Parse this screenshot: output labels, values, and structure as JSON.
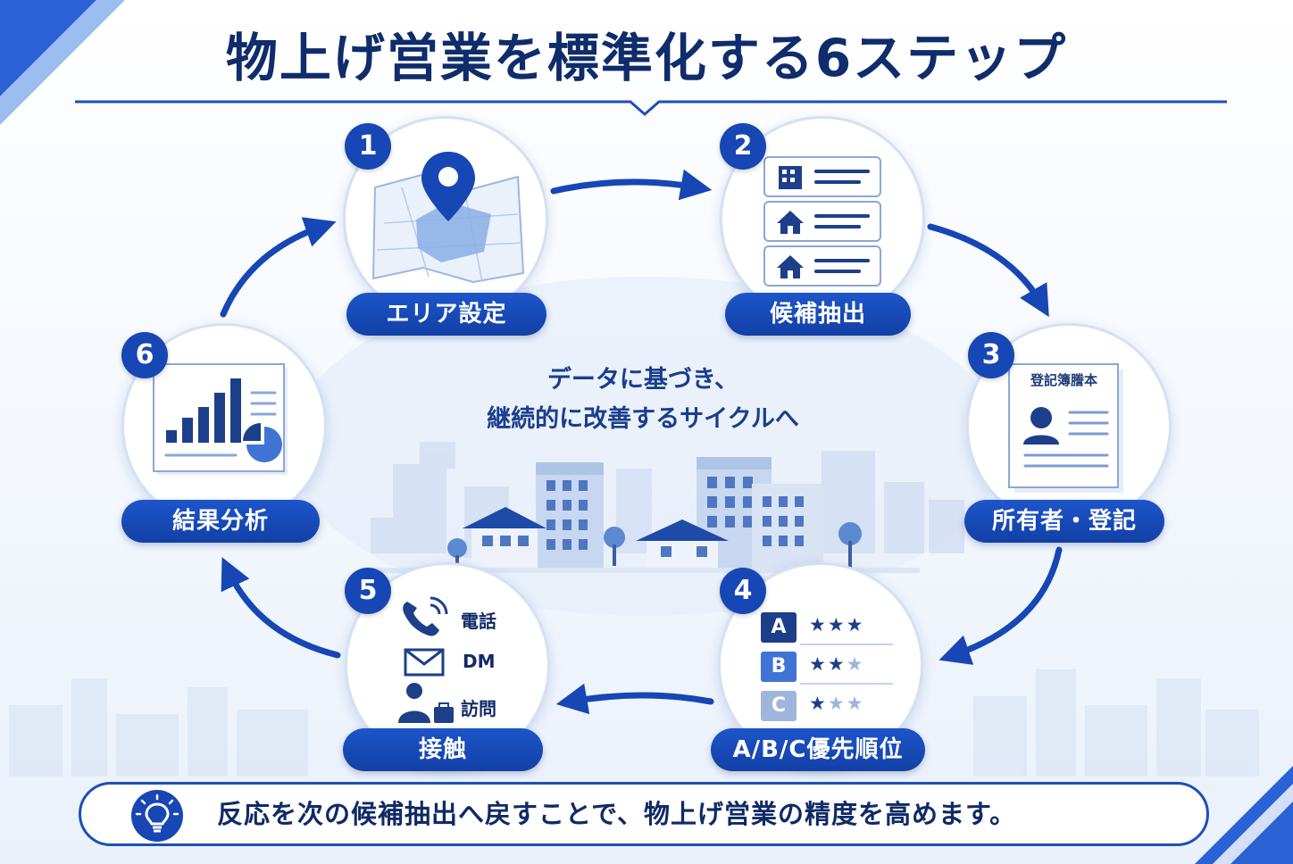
{
  "title": "物上げ営業を標準化する6ステップ",
  "center_text": {
    "line1": "データに基づき、",
    "line2": "継続的に改善するサイクルへ"
  },
  "steps": [
    {
      "number": "1",
      "label": "エリア設定",
      "icon": "map-pin-icon"
    },
    {
      "number": "2",
      "label": "候補抽出",
      "icon": "property-list-icon"
    },
    {
      "number": "3",
      "label": "所有者・登記",
      "icon": "registry-document-icon",
      "doc_title": "登記簿謄本"
    },
    {
      "number": "4",
      "label": "A/B/C優先順位",
      "icon": "rank-icon",
      "ranks": [
        {
          "grade": "A",
          "stars": 3
        },
        {
          "grade": "B",
          "stars": 2
        },
        {
          "grade": "C",
          "stars": 1
        }
      ]
    },
    {
      "number": "5",
      "label": "接触",
      "icon": "contact-icon",
      "channels": [
        {
          "icon": "phone-icon",
          "label": "電話"
        },
        {
          "icon": "mail-icon",
          "label": "DM"
        },
        {
          "icon": "visit-icon",
          "label": "訪問"
        }
      ]
    },
    {
      "number": "6",
      "label": "結果分析",
      "icon": "analytics-report-icon"
    }
  ],
  "bottom_message": "反応を次の候補抽出へ戻すことで、物上げ営業の精度を高めます。",
  "colors": {
    "primary": "#1746b5",
    "navy": "#0f2c6b",
    "light": "#d4e1f4"
  }
}
